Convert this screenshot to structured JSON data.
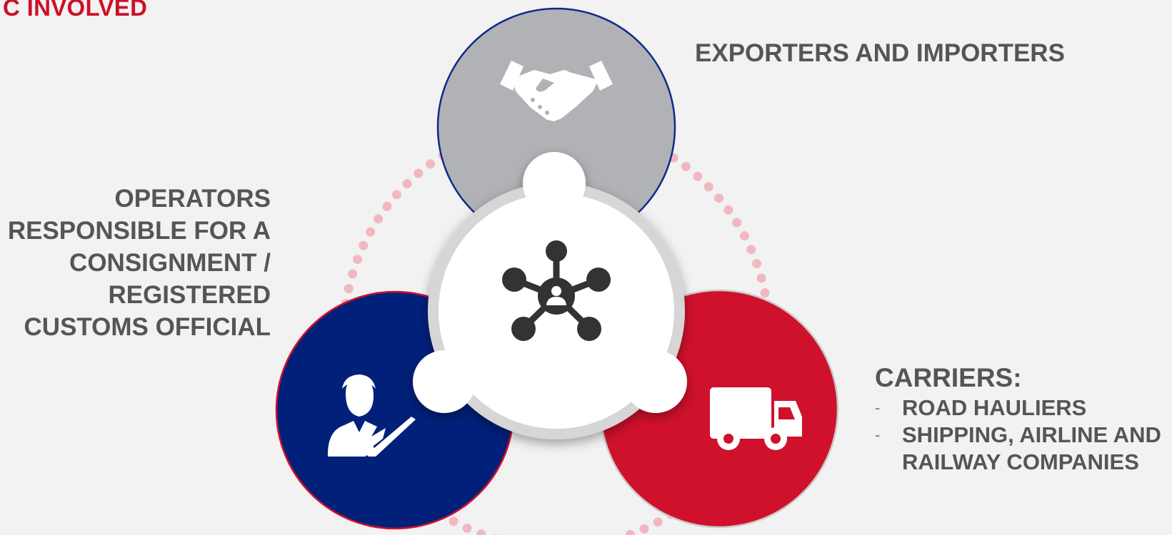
{
  "header": {
    "title": "C INVOLVED"
  },
  "nodes": {
    "top": {
      "label": "EXPORTERS AND IMPORTERS",
      "icon": "handshake-icon",
      "fill": "#b0b2b5",
      "stroke": "#0f2a8a"
    },
    "left": {
      "label_lines": [
        "OPERATORS",
        "RESPONSIBLE FOR A",
        "CONSIGNMENT /",
        "REGISTERED",
        "CUSTOMS OFFICIAL"
      ],
      "icon": "person-checkmark-icon",
      "fill": "#00207a",
      "stroke": "#d0112b"
    },
    "right": {
      "title": "CARRIERS:",
      "items": [
        "ROAD HAULIERS",
        "SHIPPING, AIRLINE AND RAILWAY COMPANIES"
      ],
      "bullet": "-",
      "icon": "truck-icon",
      "fill": "#d0112b",
      "stroke": "#c9c9c9"
    },
    "center": {
      "icon": "network-hub-icon",
      "fill": "#ffffff"
    }
  },
  "colors": {
    "background": "#f2f2f2",
    "text": "#555555",
    "accent_red": "#cc1128",
    "dots": "#f2b8c0",
    "icon_dark": "#333333"
  }
}
